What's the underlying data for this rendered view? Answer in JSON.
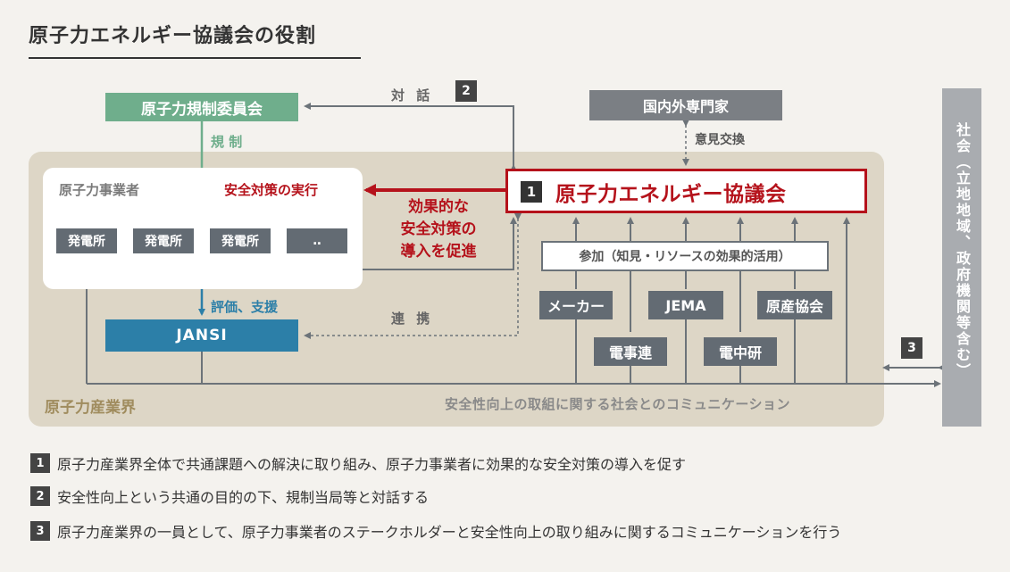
{
  "title": "原子力エネルギー協議会の役割",
  "nra": {
    "label": "原子力規制委員会"
  },
  "regulation_label": "規 制",
  "dialogue": {
    "label": "対 話",
    "number": "2"
  },
  "experts": {
    "label": "国内外専門家",
    "exchange_label": "意見交換"
  },
  "operators": {
    "label": "原子力事業者",
    "implementation_label": "安全対策の実行",
    "plants": [
      "発電所",
      "発電所",
      "発電所",
      "‥"
    ]
  },
  "jane": {
    "number": "1",
    "label": "原子力エネルギー協議会"
  },
  "promote": {
    "lines": [
      "効果的な",
      "安全対策の",
      "導入を促進"
    ]
  },
  "participation_label": "参加（知見・リソースの効果的活用）",
  "organizations": [
    "メーカー",
    "JEMA",
    "原産協会",
    "電事連",
    "電中研"
  ],
  "jansi": {
    "label": "JANSI",
    "evaluation_label": "評価、支援",
    "cooperation_label": "連 携"
  },
  "industry_label": "原子力産業界",
  "communication_label": "安全性向上の取組に関する社会とのコミュニケーション",
  "society": {
    "label": "社会（立地地域、政府機関等含む）",
    "number": "3"
  },
  "colors": {
    "nra_green": "#6fae8c",
    "jansi_blue": "#2c7fa8",
    "jane_red": "#b5121b",
    "industry_beige": "#ddd6c6"
  },
  "legend": [
    {
      "number": "1",
      "text": "原子力産業界全体で共通課題への解決に取り組み、原子力事業者に効果的な安全対策の導入を促す"
    },
    {
      "number": "2",
      "text": "安全性向上という共通の目的の下、規制当局等と対話する"
    },
    {
      "number": "3",
      "text": "原子力産業界の一員として、原子力事業者のステークホルダーと安全性向上の取り組みに関するコミュニケーションを行う"
    }
  ]
}
